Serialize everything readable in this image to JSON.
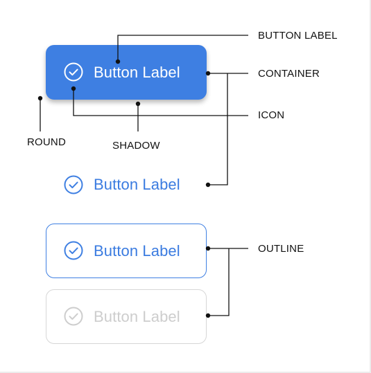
{
  "colors": {
    "primary": "#3e7fe2",
    "text_primary": "#3a7be0",
    "disabled": "#cdcdcd",
    "disabled_border": "#d6d6d6",
    "annotation": "#111111",
    "white": "#ffffff"
  },
  "buttons": {
    "filled": {
      "label": "Button Label",
      "icon": "check-circle-icon"
    },
    "text": {
      "label": "Button Label",
      "icon": "check-circle-icon"
    },
    "outlined": {
      "label": "Button Label",
      "icon": "check-circle-icon"
    },
    "disabled": {
      "label": "Button Label",
      "icon": "check-circle-icon"
    }
  },
  "annotations": {
    "button_label": "BUTTON LABEL",
    "container": "CONTAINER",
    "icon": "ICON",
    "round": "ROUND",
    "shadow": "SHADOW",
    "outline": "OUTLINE"
  }
}
